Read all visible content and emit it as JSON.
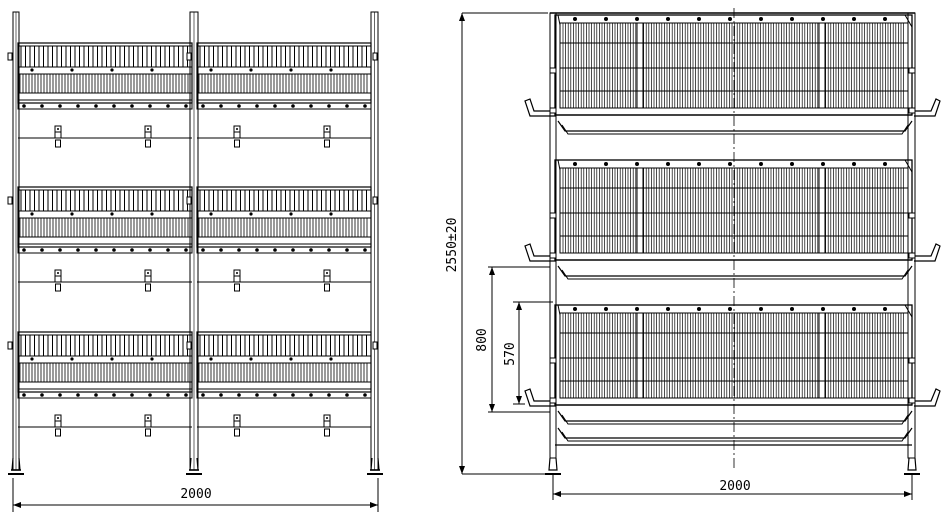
{
  "front_view": {
    "width_label": "2000",
    "tiers": 3,
    "bays": 2
  },
  "side_view": {
    "width_label": "2000",
    "height_label": "2550±20",
    "dim_800": "800",
    "dim_570": "570",
    "tiers": 3
  }
}
